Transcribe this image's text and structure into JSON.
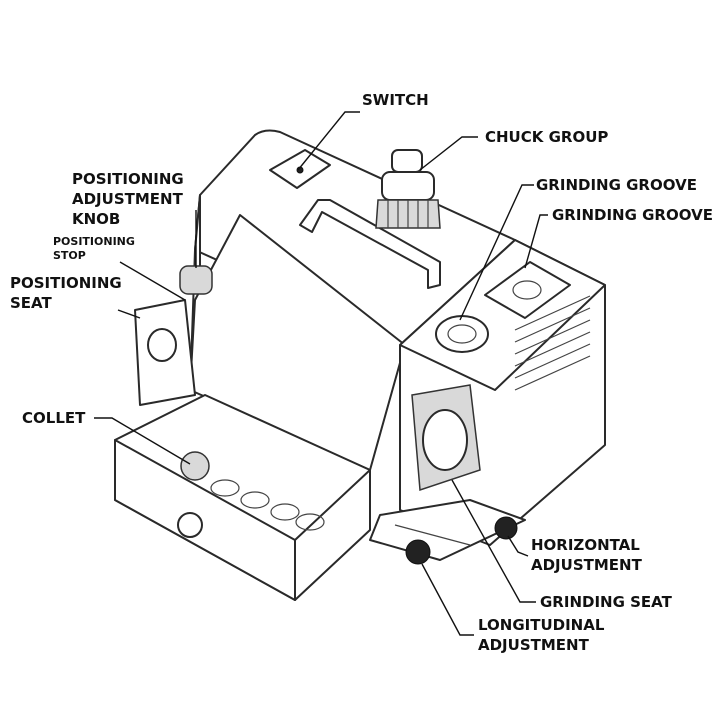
{
  "labels": {
    "switch": "SWITCH",
    "chuck_group": "CHUCK GROUP",
    "grinding_groove_1": "GRINDING GROOVE",
    "grinding_groove_2": "GRINDING GROOVE",
    "positioning_adjustment_knob": [
      "POSITIONING",
      "ADJUSTMENT",
      "KNOB"
    ],
    "positioning_stop": [
      "POSITIONING",
      "STOP"
    ],
    "positioning_seat": [
      "POSITIONING",
      "SEAT"
    ],
    "collet": "COLLET",
    "horizontal_adjustment": [
      "HORIZONTAL",
      "ADJUSTMENT"
    ],
    "grinding_seat": "GRINDING SEAT",
    "longitudinal_adjustment": [
      "LONGITUDINAL",
      "ADJUSTMENT"
    ]
  }
}
